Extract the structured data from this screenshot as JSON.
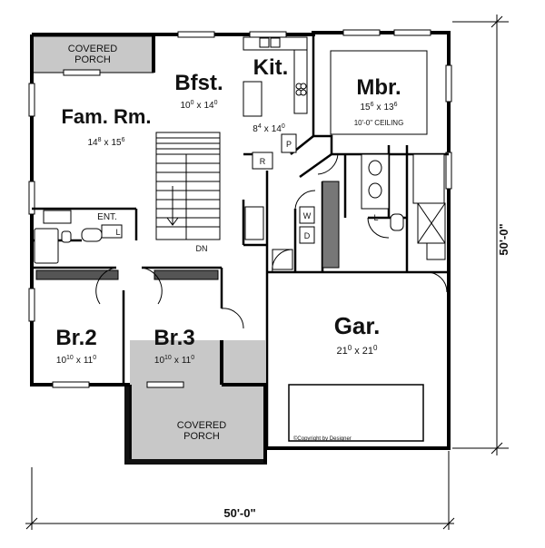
{
  "rooms": {
    "covered_porch_top": "COVERED\nPORCH",
    "bfst": {
      "name": "Bfst.",
      "dims_a": "10",
      "sup_a": "0",
      "x": "x",
      "dims_b": "14",
      "sup_b": "0"
    },
    "kit": {
      "name": "Kit.",
      "dims_a": "8",
      "sup_a": "4",
      "x": "x",
      "dims_b": "14",
      "sup_b": "0"
    },
    "mbr": {
      "name": "Mbr.",
      "dims_a": "15",
      "sup_a": "6",
      "x": "x",
      "dims_b": "13",
      "sup_b": "6",
      "note": "10'-0\" CEILING"
    },
    "fam": {
      "name": "Fam. Rm.",
      "dims_a": "14",
      "sup_a": "8",
      "x": "x",
      "dims_b": "15",
      "sup_b": "6"
    },
    "br2": {
      "name": "Br.2",
      "dims_a": "10",
      "sup_a": "10",
      "x": "x",
      "dims_b": "11",
      "sup_b": "0"
    },
    "br3": {
      "name": "Br.3",
      "dims_a": "10",
      "sup_a": "10",
      "x": "x",
      "dims_b": "11",
      "sup_b": "0"
    },
    "gar": {
      "name": "Gar.",
      "dims_a": "21",
      "sup_a": "0",
      "x": "x",
      "dims_b": "21",
      "sup_b": "0"
    },
    "covered_porch_bottom_1": "COVERED",
    "covered_porch_bottom_2": "PORCH",
    "covered_porch_top_1": "COVERED",
    "covered_porch_top_2": "PORCH"
  },
  "labels": {
    "ent": "ENT.",
    "dn": "DN",
    "r": "R",
    "p": "P",
    "l_left": "L",
    "l_right": "L",
    "w": "W",
    "d": "D",
    "copyright": "©Copyright by Designer"
  },
  "dimensions": {
    "width": "50'-0\"",
    "depth": "50'-0\""
  }
}
